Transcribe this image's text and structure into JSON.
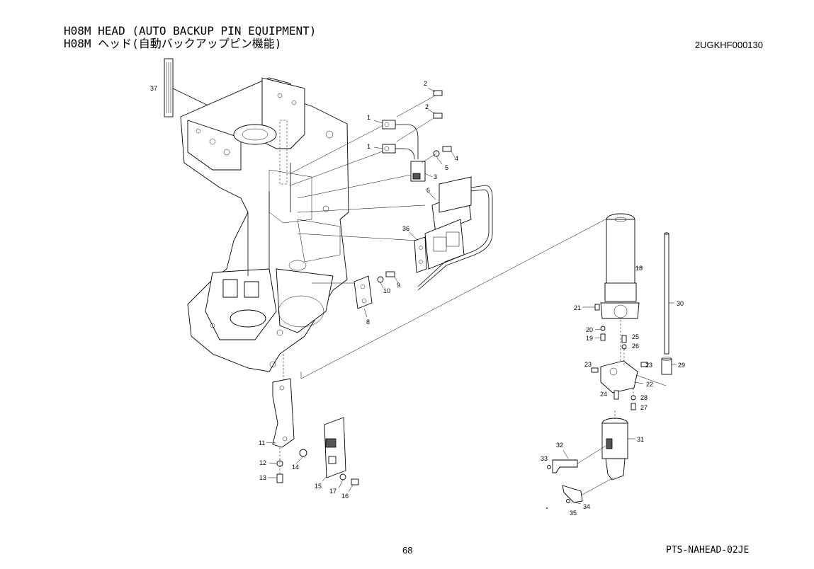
{
  "header": {
    "title_en": "H08M HEAD (AUTO BACKUP PIN EQUIPMENT)",
    "title_jp": "H08M ヘッド(自動バックアップピン機能)",
    "drawing_code": "2UGKHF000130"
  },
  "footer": {
    "page_number": "68",
    "document_id": "PTS-NAHEAD-02JE"
  },
  "callouts": [
    "1",
    "1",
    "2",
    "2",
    "3",
    "4",
    "5",
    "6",
    "8",
    "9",
    "10",
    "11",
    "12",
    "13",
    "14",
    "15",
    "16",
    "17",
    "18",
    "19",
    "20",
    "21",
    "22",
    "23",
    "23",
    "24",
    "25",
    "26",
    "27",
    "28",
    "29",
    "30",
    "31",
    "32",
    "33",
    "34",
    "35",
    "36",
    "37"
  ]
}
